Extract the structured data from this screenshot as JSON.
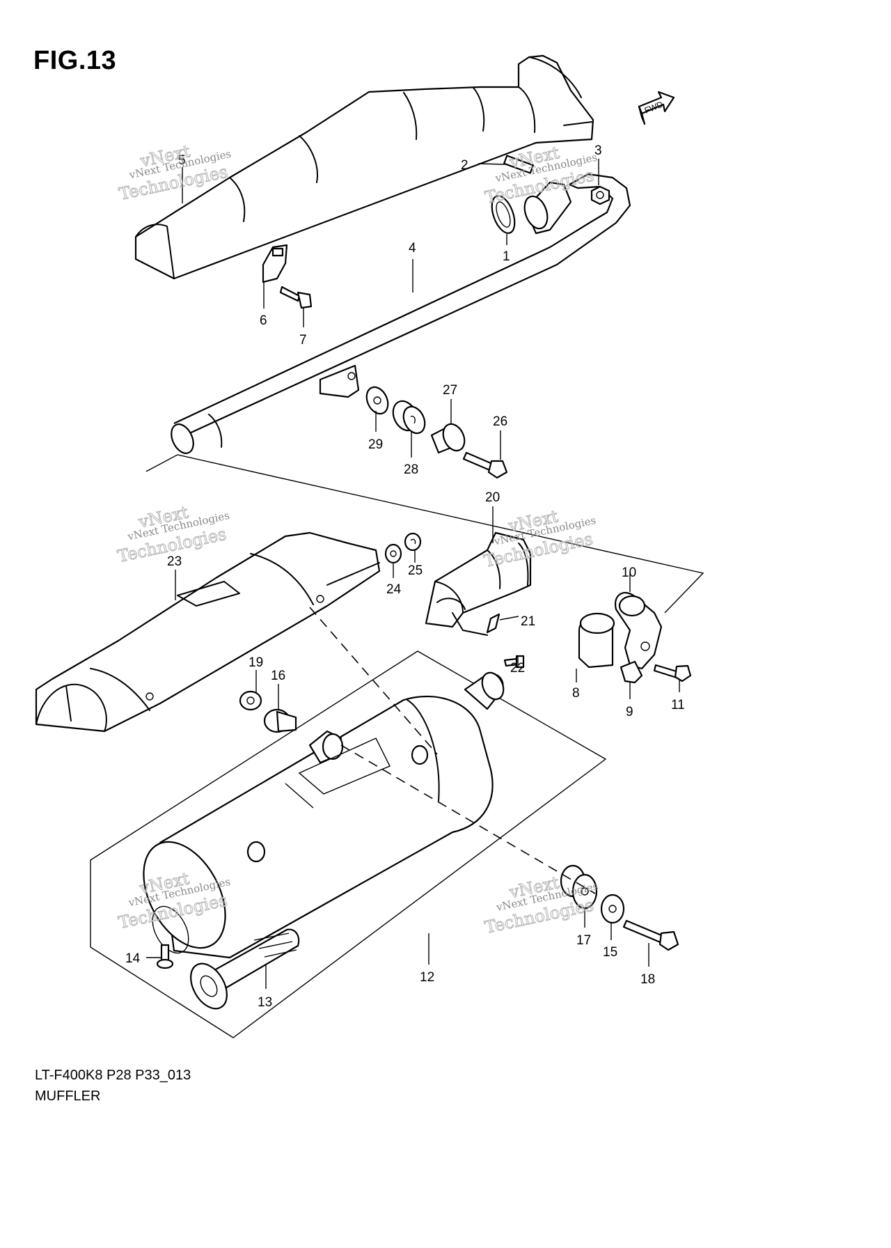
{
  "figure": {
    "title": "FIG.13",
    "model_code": "LT-F400K8 P28 P33_013",
    "assembly_name": "MUFFLER",
    "direction_label": "FWD"
  },
  "watermark": {
    "company": "vNext Technologies",
    "line1": "vNext",
    "line2": "Technologies"
  },
  "callouts": [
    "1",
    "2",
    "3",
    "4",
    "5",
    "6",
    "7",
    "8",
    "9",
    "10",
    "11",
    "12",
    "13",
    "14",
    "15",
    "16",
    "17",
    "18",
    "19",
    "20",
    "21",
    "22",
    "23",
    "24",
    "25",
    "26",
    "27",
    "28",
    "29"
  ]
}
